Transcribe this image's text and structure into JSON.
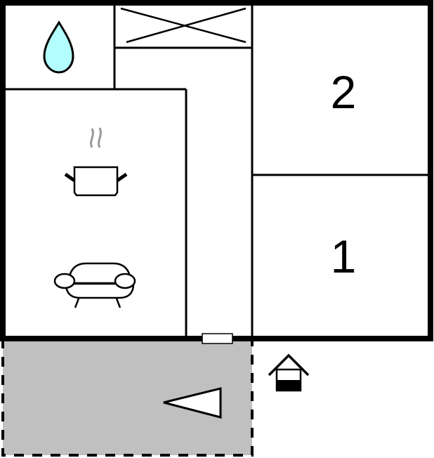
{
  "floor_plan": {
    "rooms": [
      {
        "id": "bathroom",
        "icon": "water-drop-icon"
      },
      {
        "id": "storage",
        "icon": "crossed-box-icon"
      },
      {
        "id": "hallway"
      },
      {
        "id": "kitchen-living",
        "icons": [
          "cooking-pot-icon",
          "sofa-icon"
        ]
      },
      {
        "id": "bedroom-2",
        "label": "2"
      },
      {
        "id": "bedroom-1",
        "label": "1"
      }
    ],
    "terrace": {
      "id": "terrace",
      "fill": "#c0c0c0",
      "icon": "entrance-arrow-icon"
    },
    "entrance": {
      "icon": "house-entrance-icon"
    },
    "colors": {
      "wall": "#000000",
      "water": "#b3ffff",
      "steam": "#999999",
      "terrace": "#c0c0c0"
    }
  }
}
